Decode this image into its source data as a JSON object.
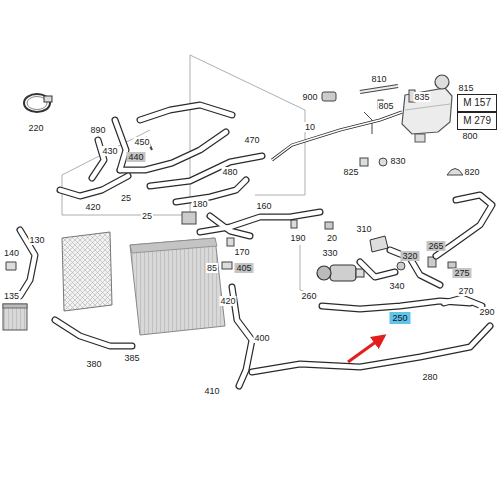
{
  "diagram": {
    "labels": [
      "900",
      "810",
      "835",
      "815",
      "M 157",
      "M 279",
      "805",
      "10",
      "800",
      "220",
      "890",
      "430",
      "450",
      "440",
      "470",
      "825",
      "830",
      "820",
      "480",
      "420",
      "25",
      "25",
      "160",
      "180",
      "20",
      "190",
      "310",
      "130",
      "170",
      "265",
      "140",
      "320",
      "330",
      "85",
      "405",
      "275",
      "340",
      "270",
      "135",
      "260",
      "420",
      "290",
      "250",
      "400",
      "385",
      "380",
      "280",
      "410"
    ]
  }
}
